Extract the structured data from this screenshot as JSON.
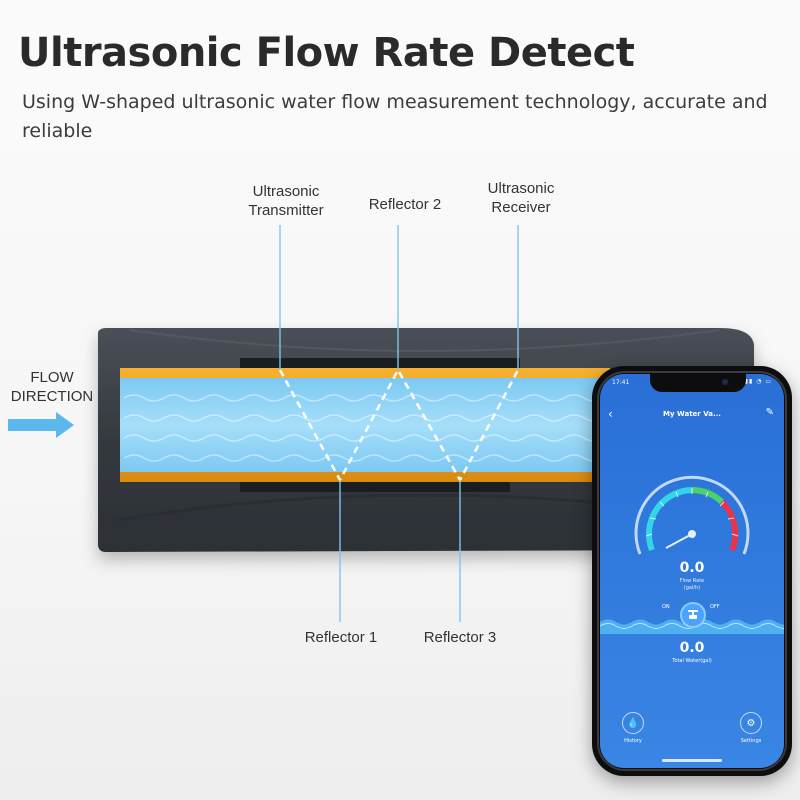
{
  "header": {
    "title": "Ultrasonic Flow Rate Detect",
    "subtitle": "Using W-shaped ultrasonic water flow measurement technology, accurate and reliable"
  },
  "diagram": {
    "flow_direction": [
      "FLOW",
      "DIRECTION"
    ],
    "top_labels": {
      "transmitter": [
        "Ultrasonic",
        "Transmitter"
      ],
      "reflector2": "Reflector 2",
      "receiver": [
        "Ultrasonic",
        "Receiver"
      ]
    },
    "bottom_labels": {
      "reflector1": "Reflector 1",
      "reflector3": "Reflector 3"
    }
  },
  "phone": {
    "status_time": "17:41",
    "app_title": "My Water Va...",
    "flow_rate_value": "0.0",
    "flow_rate_label": "Flow Rate",
    "flow_rate_unit": "(gal/h)",
    "valve_on": "ON",
    "valve_off": "OFF",
    "total_value": "0.0",
    "total_label": "Total Water(gal)",
    "history_label": "History",
    "settings_label": "Settings"
  },
  "colors": {
    "pipe_water": "#8fd3f7",
    "pipe_band": "#f0a020",
    "housing": "#3b4046",
    "app_blue": "#2f78dc",
    "arrow": "#5ab8ec"
  }
}
